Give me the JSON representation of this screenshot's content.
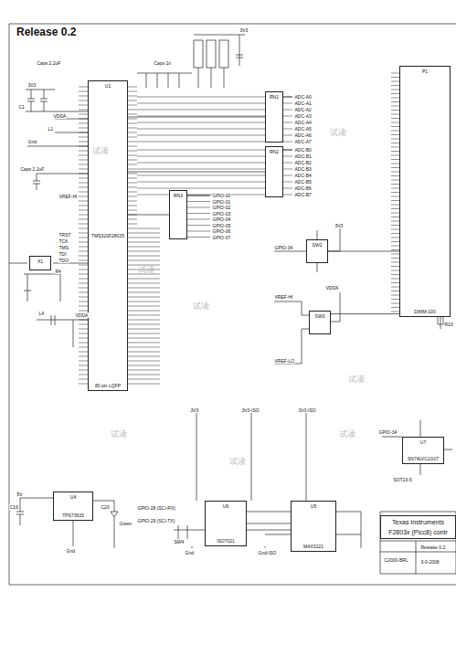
{
  "diagram": {
    "title": "Release 0.2",
    "nodes": [
      {
        "text": [
          "U1",
          "TMS320F28035",
          "80 pin LQFP"
        ]
      },
      {
        "text": [
          "P1",
          "DIMM-100"
        ]
      },
      {
        "text": [
          "RN1"
        ]
      },
      {
        "text": [
          "RN2"
        ]
      },
      {
        "text": [
          "RN3"
        ]
      },
      {
        "text": [
          "SW2"
        ]
      },
      {
        "text": [
          "SW3"
        ]
      },
      {
        "text": [
          "X1"
        ]
      },
      {
        "text": [
          "U4",
          "TPS73633"
        ]
      },
      {
        "text": [
          "U6",
          "ISO7021"
        ]
      },
      {
        "text": [
          "U5",
          "MAX3221"
        ]
      },
      {
        "text": [
          "U7",
          "SN74LVC1G07"
        ]
      },
      {
        "text": [
          "Texas Instruments",
          "F2803x (Picc8) contr"
        ]
      }
    ],
    "edges": [
      {
        "from": 0,
        "to": 2,
        "arrow": "none"
      },
      {
        "from": 0,
        "to": 3,
        "arrow": "none"
      },
      {
        "from": 0,
        "to": 4,
        "arrow": "none"
      },
      {
        "from": 9,
        "to": 10,
        "arrow": "none"
      },
      {
        "from": 5,
        "to": 1,
        "arrow": "none"
      },
      {
        "from": 6,
        "to": 1,
        "arrow": "none"
      }
    ],
    "labels": [
      "Caps 2.2uF",
      "Caps 1n",
      "3V3",
      "VDDA",
      "C1",
      "L1",
      "Gnd",
      "Caps 2.2uF",
      "3V3",
      "VREF-HI",
      "TRST",
      "TCK",
      "TMS",
      "TDI",
      "TDO",
      "R4",
      "L4",
      "VDDA",
      "ADC-A0",
      "ADC-A1",
      "ADC-A2",
      "ADC-A3",
      "ADC-A4",
      "ADC-A5",
      "ADC-A6",
      "ADC-A7",
      "ADC-B0",
      "ADC-B1",
      "ADC-B2",
      "ADC-B3",
      "ADC-B4",
      "ADC-B5",
      "ADC-B6",
      "ADC-B7",
      "GPIO-00",
      "GPIO-01",
      "GPIO-02",
      "GPIO-03",
      "GPIO-04",
      "GPIO-05",
      "GPIO-06",
      "GPIO-07",
      "3V3",
      "GPIO-34",
      "VREF-HI",
      "VDDA",
      "VREF-LO",
      "3V3",
      "3V3-ISO",
      "3V3-ISO",
      "GPIO-28 (SCI-RX)",
      "GPIO-29 (SCI-TX)",
      "Gnd",
      "Gnd-ISO",
      "Green",
      "5V",
      "Gnd",
      "R10",
      "GPIO-34",
      "SOT23-5",
      "C2000-BRL",
      "Release 0.2",
      "3-0-2008",
      "C19",
      "C20",
      "SW4",
      "试读",
      "试读",
      "试读",
      "试读",
      "试读",
      "试读",
      "试读",
      "试读"
    ]
  }
}
